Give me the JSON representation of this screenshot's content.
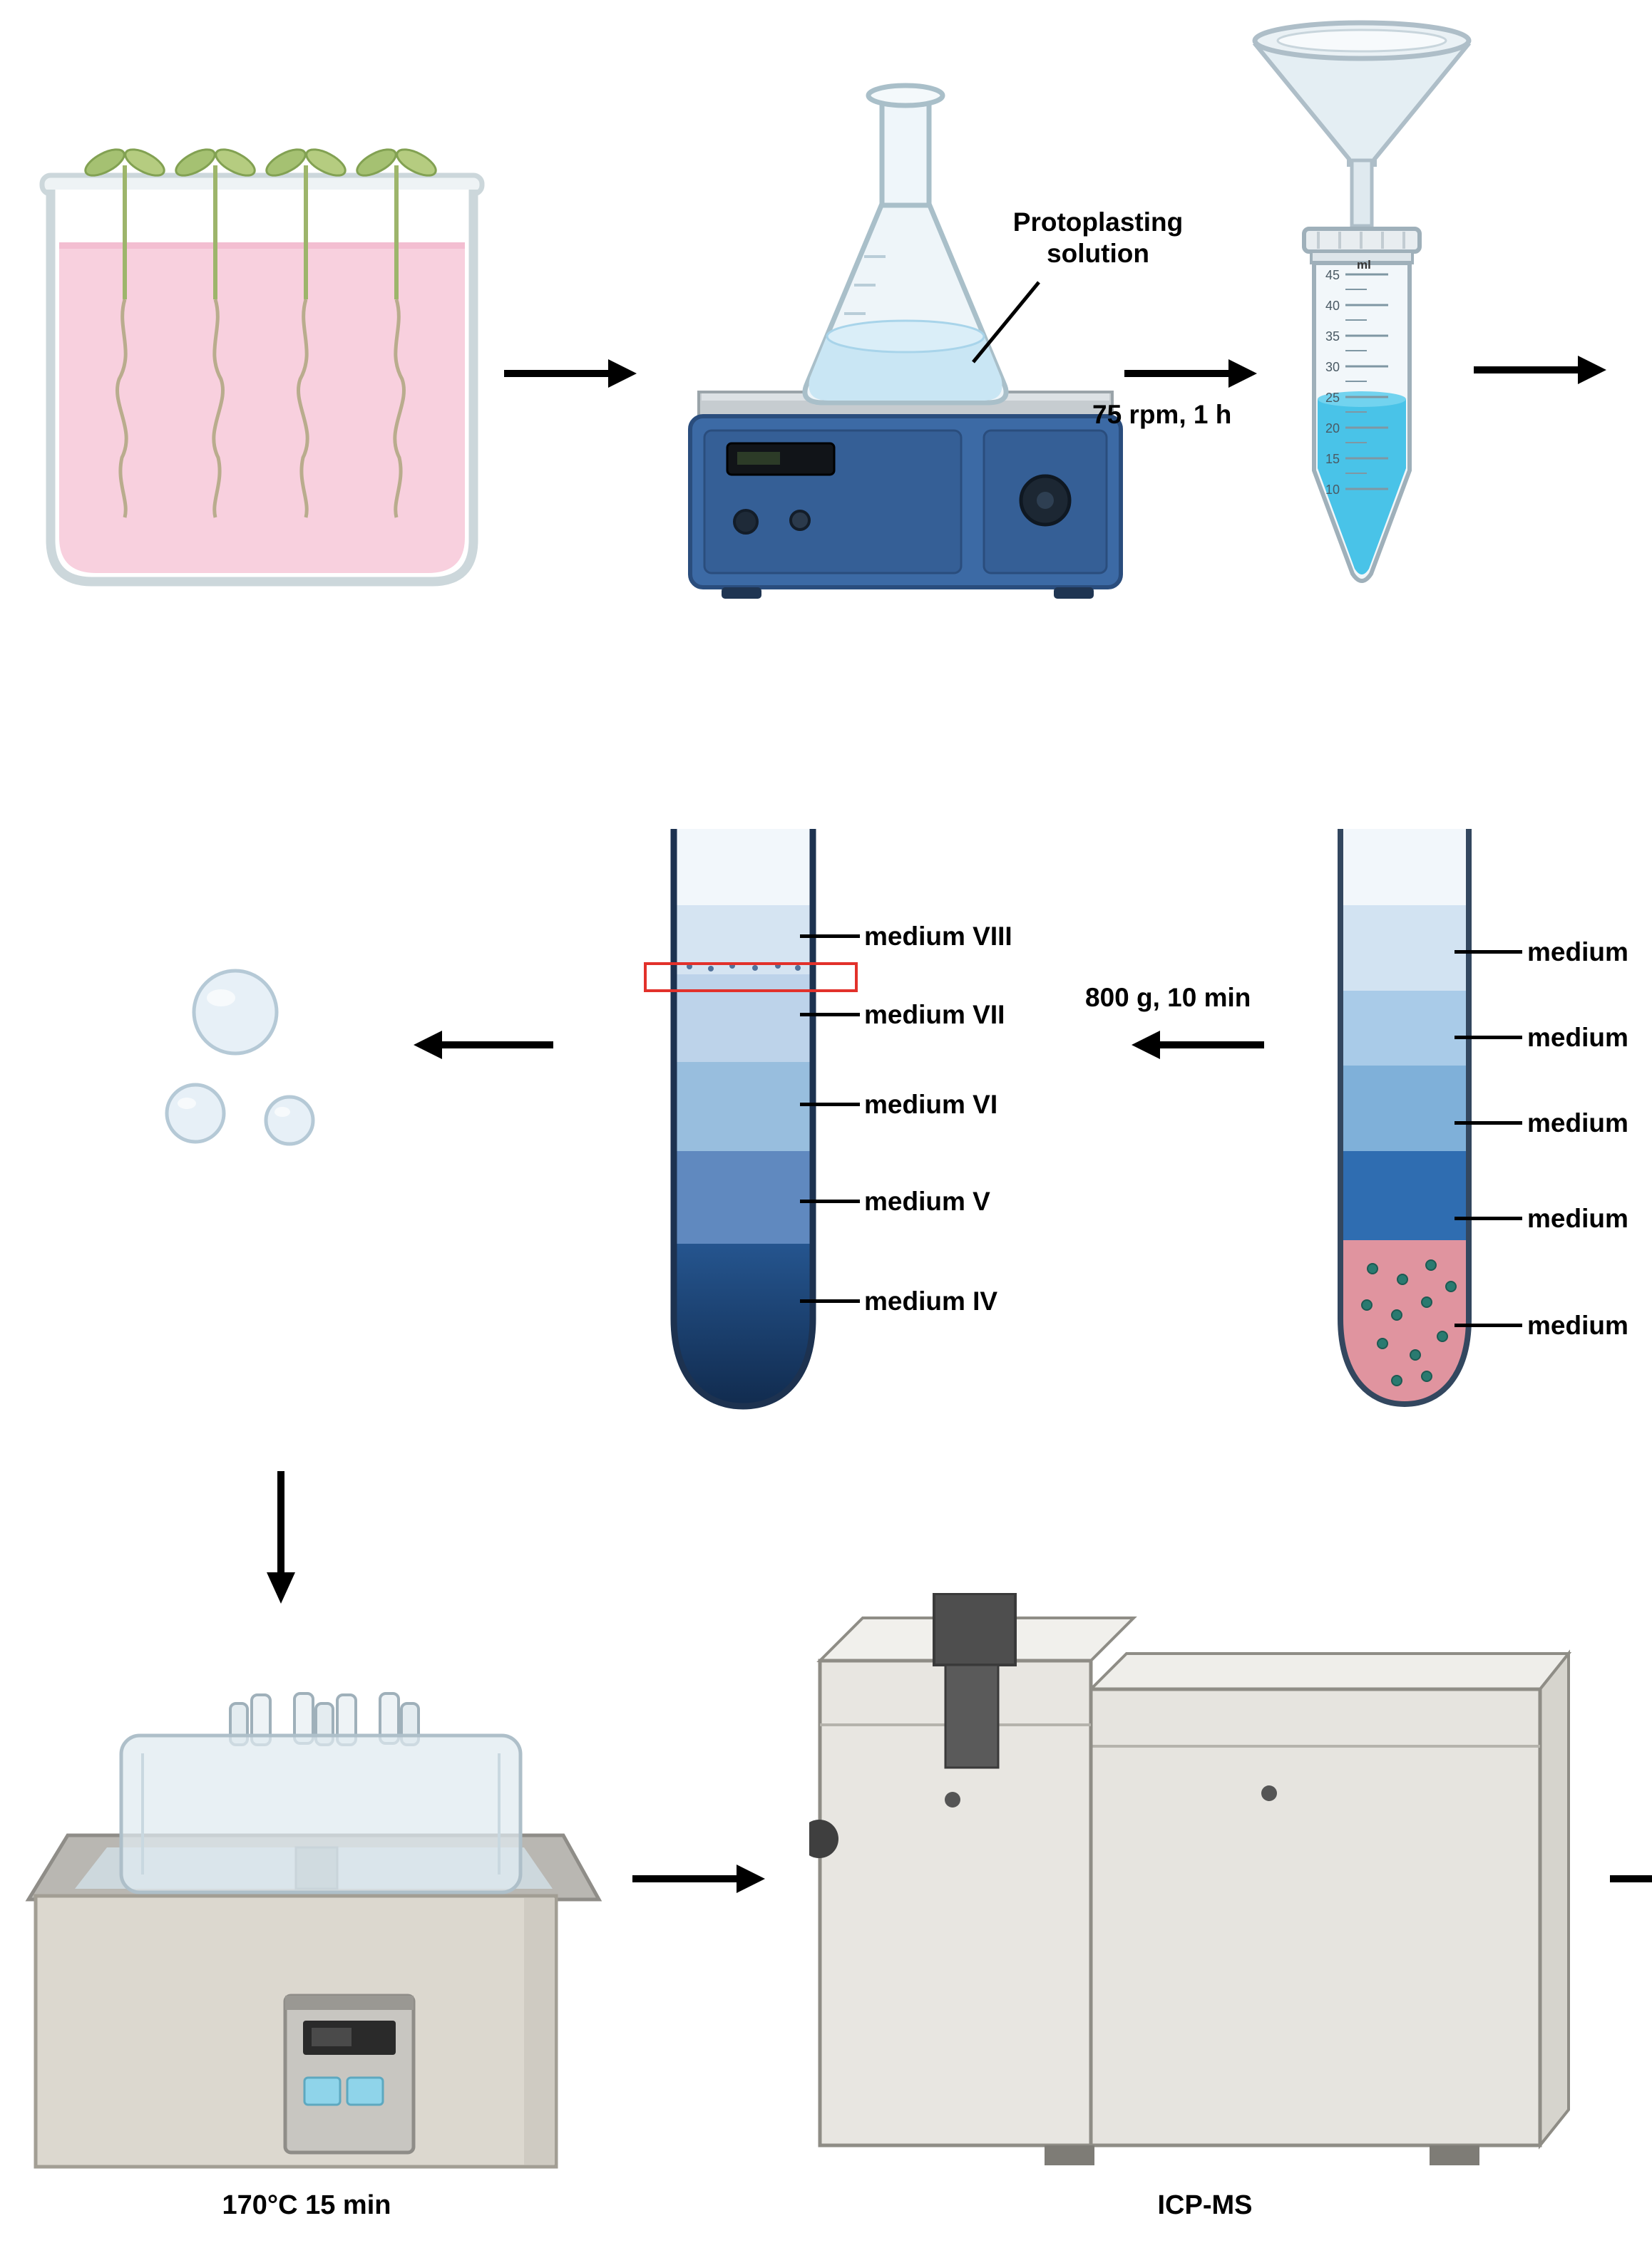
{
  "labels": {
    "protoplasting_solution": "Protoplasting solution",
    "stir_condition": "75 rpm, 1 h",
    "centrifuge_condition": "800 g, 10 min",
    "bath_condition": "170°C 15 min",
    "instrument": "ICP-MS"
  },
  "gradient_tube": {
    "labels": [
      "medium VIII",
      "medium VII",
      "medium VI",
      "medium V",
      "medium IV"
    ]
  },
  "initial_tube": {
    "labels": [
      "medium",
      "medium",
      "medium",
      "medium",
      "medium"
    ]
  },
  "falcon_tube": {
    "unit": "ml",
    "graduations": [
      "45",
      "40",
      "35",
      "30",
      "25",
      "20",
      "15",
      "10"
    ]
  },
  "colors": {
    "highlight_red": "#e2312b",
    "medium_pink": "#f8d0de",
    "liquid_blue": "#49c3e8",
    "stirrer_blue": "#3c6aa5",
    "gradient_dark_navy": "#10294b",
    "bottom_pink": "#e0949f",
    "protoplast_teal": "#2a7a70"
  }
}
